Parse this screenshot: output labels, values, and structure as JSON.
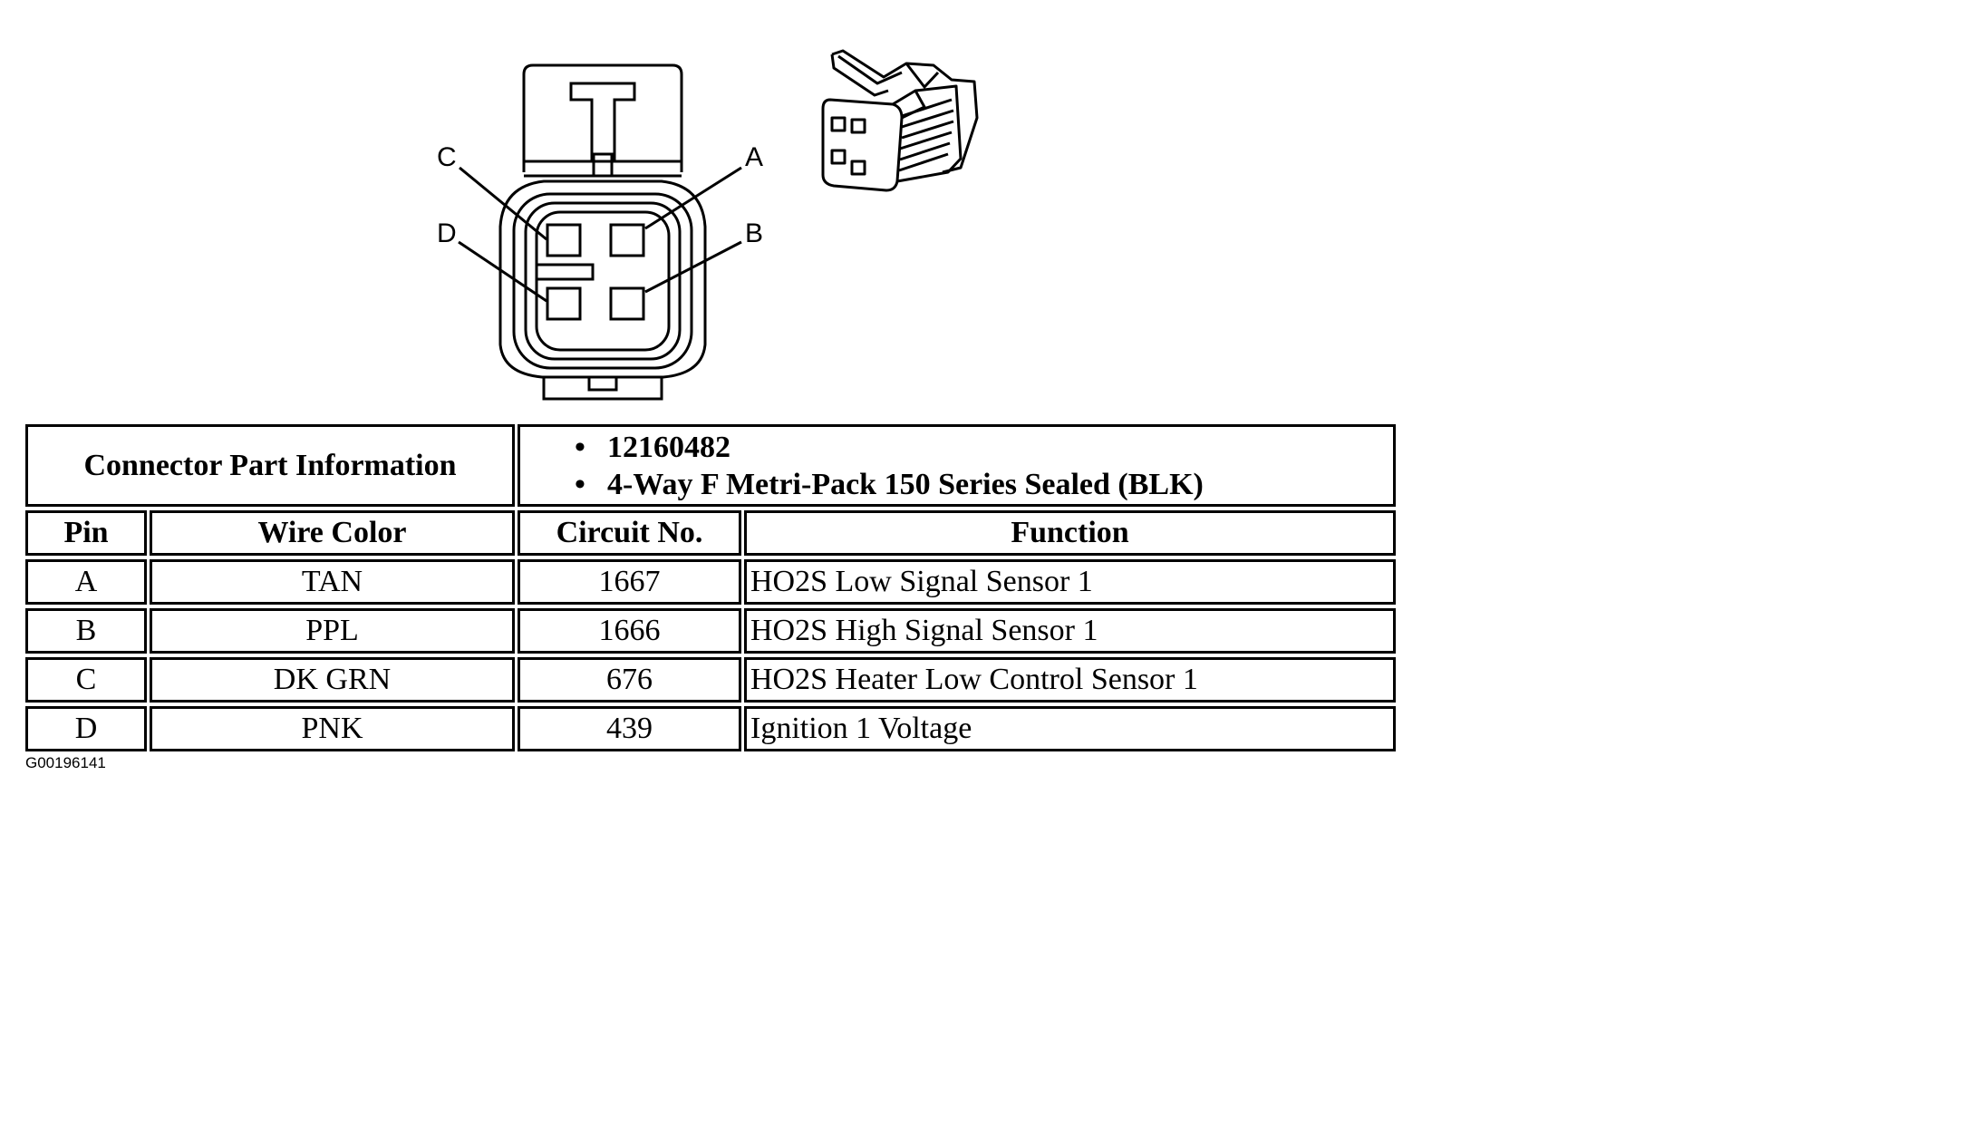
{
  "pin_labels": {
    "a": "A",
    "b": "B",
    "c": "C",
    "d": "D"
  },
  "connector_info": {
    "label": "Connector Part Information",
    "bullet": "•",
    "items": [
      "12160482",
      "4-Way F Metri-Pack 150 Series Sealed (BLK)"
    ]
  },
  "table": {
    "headers": [
      "Pin",
      "Wire Color",
      "Circuit No.",
      "Function"
    ],
    "rows": [
      [
        "A",
        "TAN",
        "1667",
        "HO2S Low Signal Sensor 1"
      ],
      [
        "B",
        "PPL",
        "1666",
        "HO2S High Signal Sensor 1"
      ],
      [
        "C",
        "DK GRN",
        "676",
        "HO2S Heater Low Control Sensor 1"
      ],
      [
        "D",
        "PNK",
        "439",
        "Ignition 1 Voltage"
      ]
    ]
  },
  "figure_id": "G00196141"
}
